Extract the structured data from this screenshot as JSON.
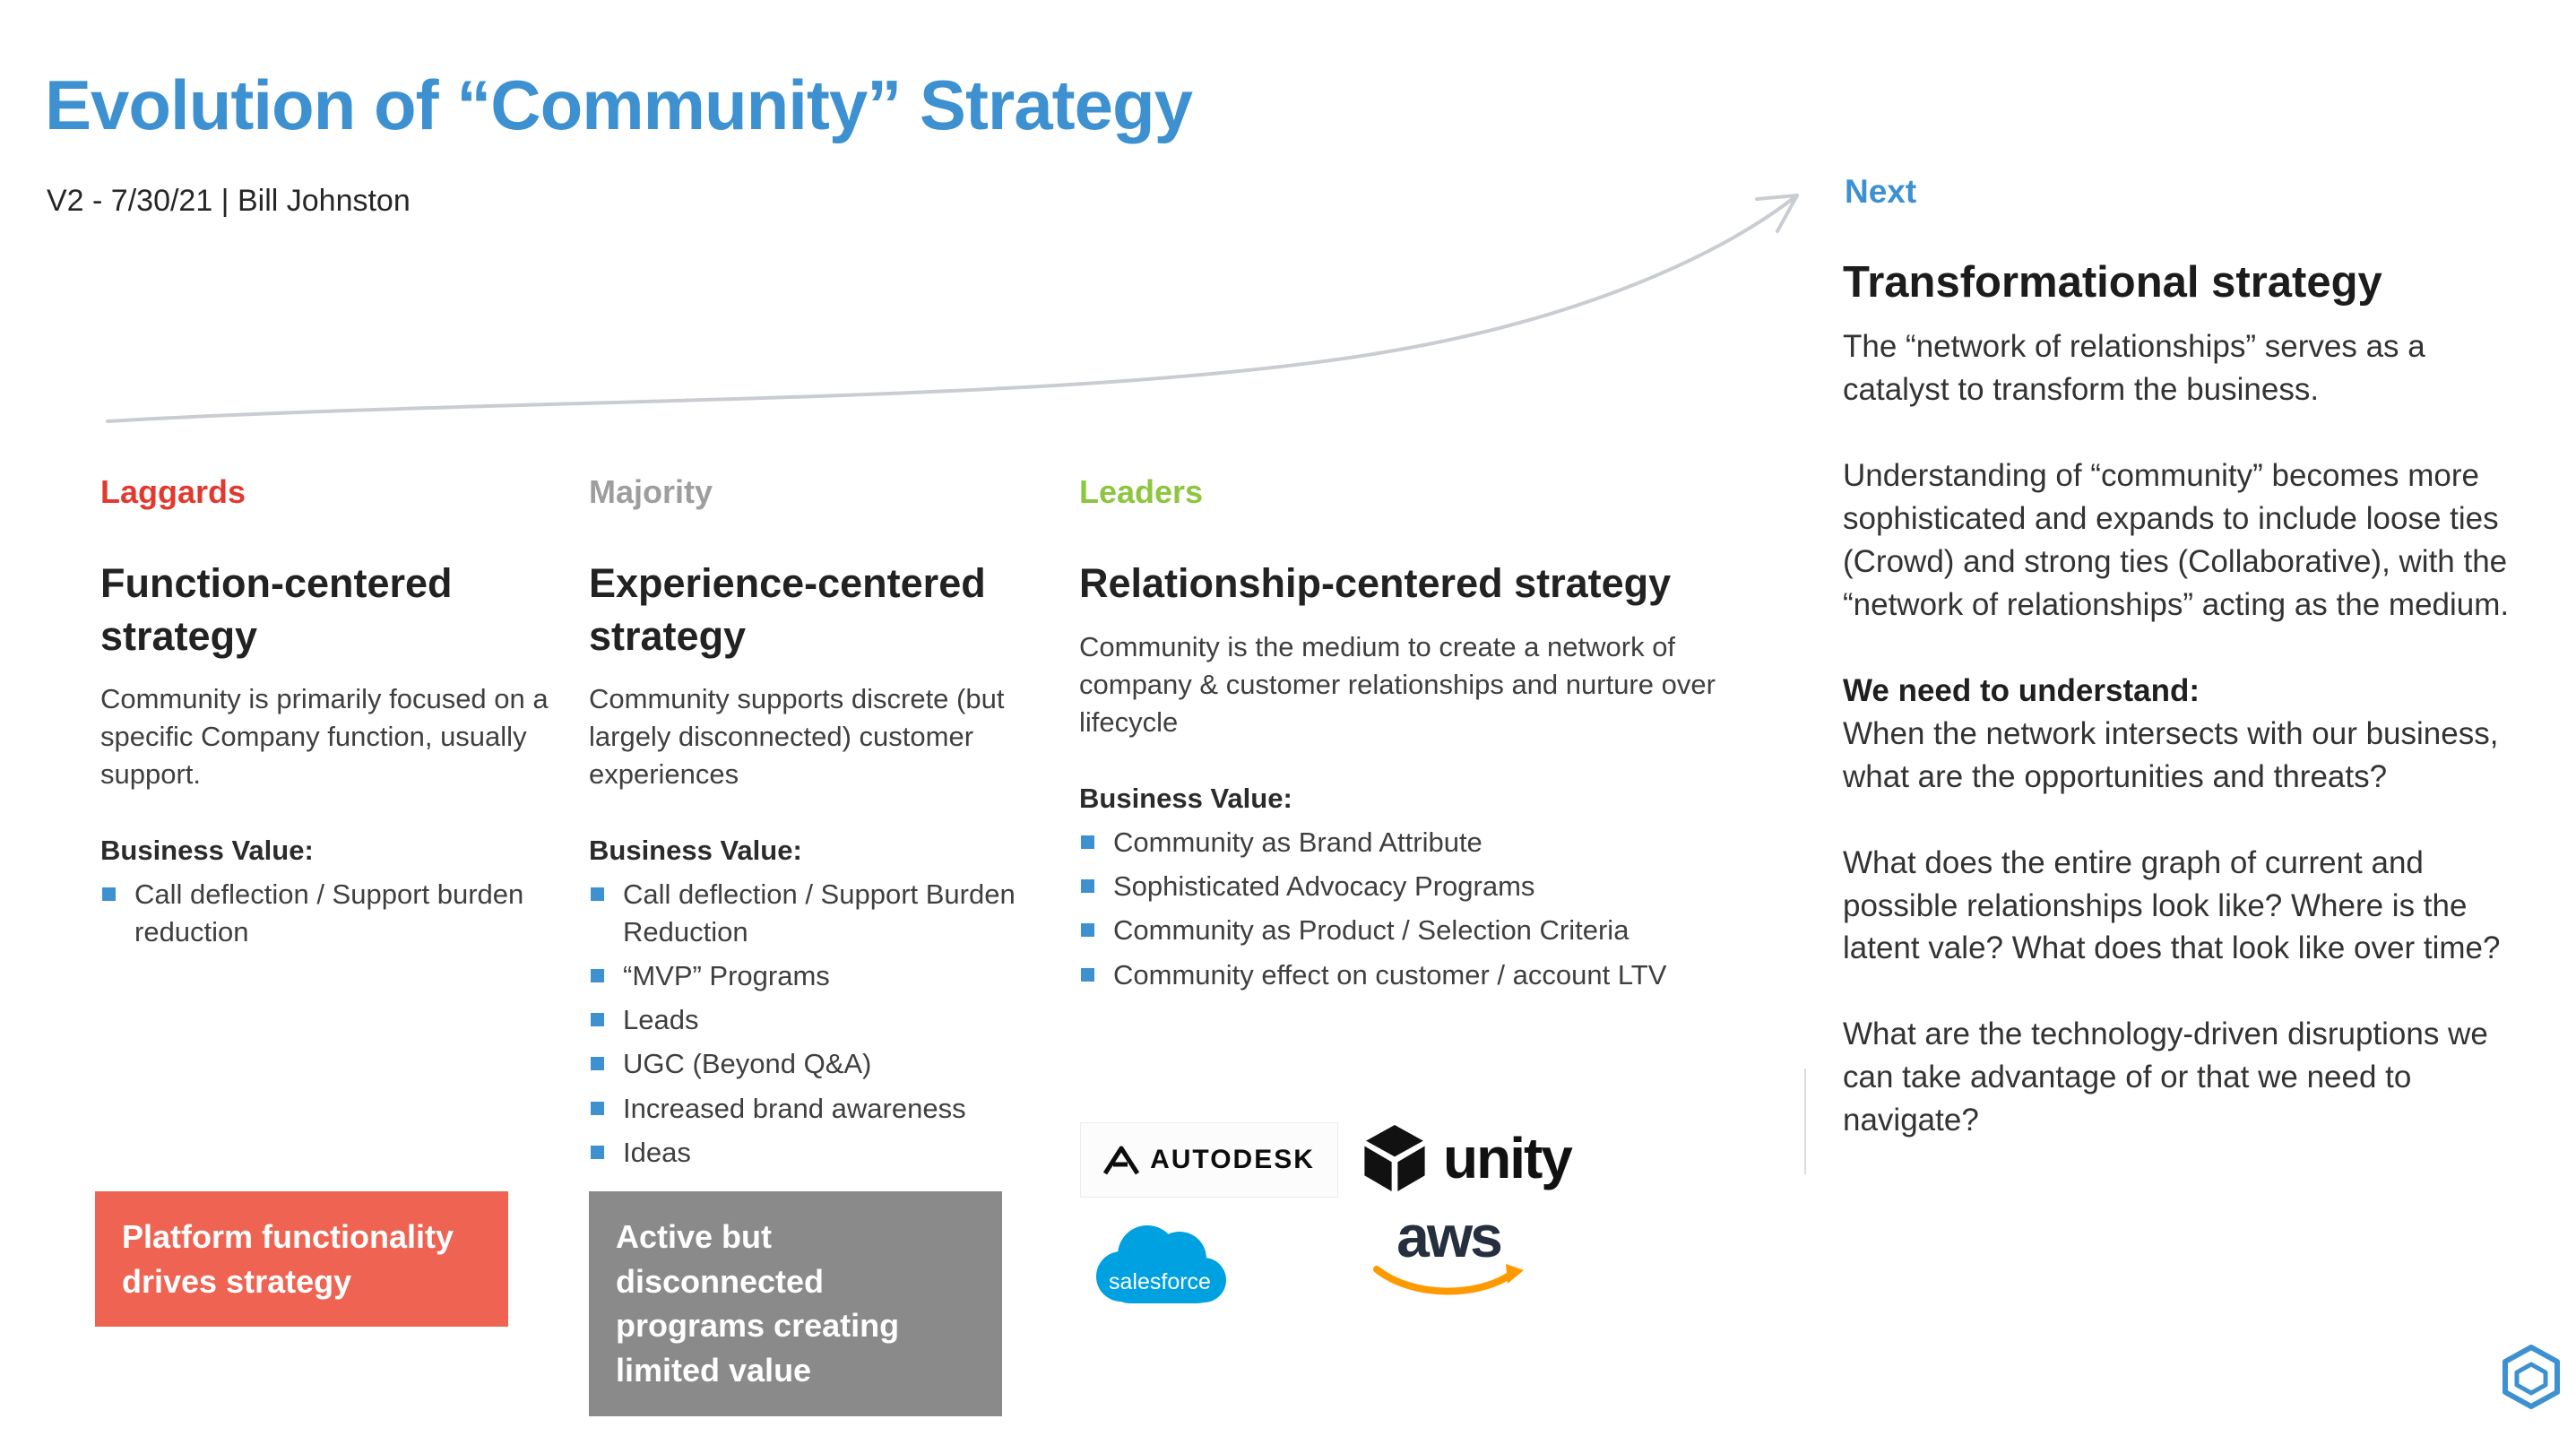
{
  "slide": {
    "title": "Evolution of “Community” Strategy",
    "subtitle": "V2 - 7/30/21 | Bill Johnston"
  },
  "colors": {
    "accent_blue": "#3d91d1",
    "laggards_red": "#e2392f",
    "laggards_box": "#ee6352",
    "majority_gray": "#9e9e9e",
    "majority_box": "#8a8a8a",
    "leaders_green": "#8dc63f",
    "salesforce_blue": "#00a1e0",
    "aws_orange": "#ff9900",
    "arrow_gray": "#c9cdd1"
  },
  "columns": [
    {
      "stage": "Laggards",
      "heading": "Function-centered strategy",
      "description": "Community is primarily focused on a specific Company function, usually support.",
      "business_value_label": "Business Value:",
      "bullets": [
        "Call deflection / Support burden reduction"
      ],
      "callout": "Platform functionality drives strategy"
    },
    {
      "stage": "Majority",
      "heading": "Experience-centered strategy",
      "description": "Community supports discrete (but largely disconnected) customer experiences",
      "business_value_label": "Business Value:",
      "bullets": [
        "Call deflection / Support Burden Reduction",
        "“MVP” Programs",
        "Leads",
        "UGC (Beyond Q&A)",
        "Increased brand awareness",
        "Ideas"
      ],
      "callout": "Active but disconnected programs creating limited value"
    },
    {
      "stage": "Leaders",
      "heading": "Relationship-centered strategy",
      "description": "Community is the medium to create a network of company & customer relationships and nurture over lifecycle",
      "business_value_label": "Business Value:",
      "bullets": [
        "Community as Brand Attribute",
        "Sophisticated Advocacy Programs",
        "Community as Product / Selection Criteria",
        "Community effect on customer / account LTV"
      ]
    }
  ],
  "logos": {
    "autodesk": "AUTODESK",
    "unity": "unity",
    "salesforce": "salesforce",
    "aws": "aws"
  },
  "next": {
    "label": "Next",
    "heading": "Transformational strategy",
    "paragraph1": "The “network of relationships” serves as a catalyst to transform the business.",
    "paragraph2": "Understanding of “community” becomes more sophisticated and expands to include loose ties (Crowd) and strong ties (Collaborative), with the “network of relationships” acting as the medium.",
    "understand_label": "We need to understand:",
    "paragraph3": "When the network intersects with our business, what are the opportunities and threats?",
    "paragraph4": "What does the entire graph of current and possible relationships look like? Where is the latent vale? What does that look like over time?",
    "paragraph5": "What are the technology-driven disruptions we can take advantage of or that we need to navigate?"
  }
}
